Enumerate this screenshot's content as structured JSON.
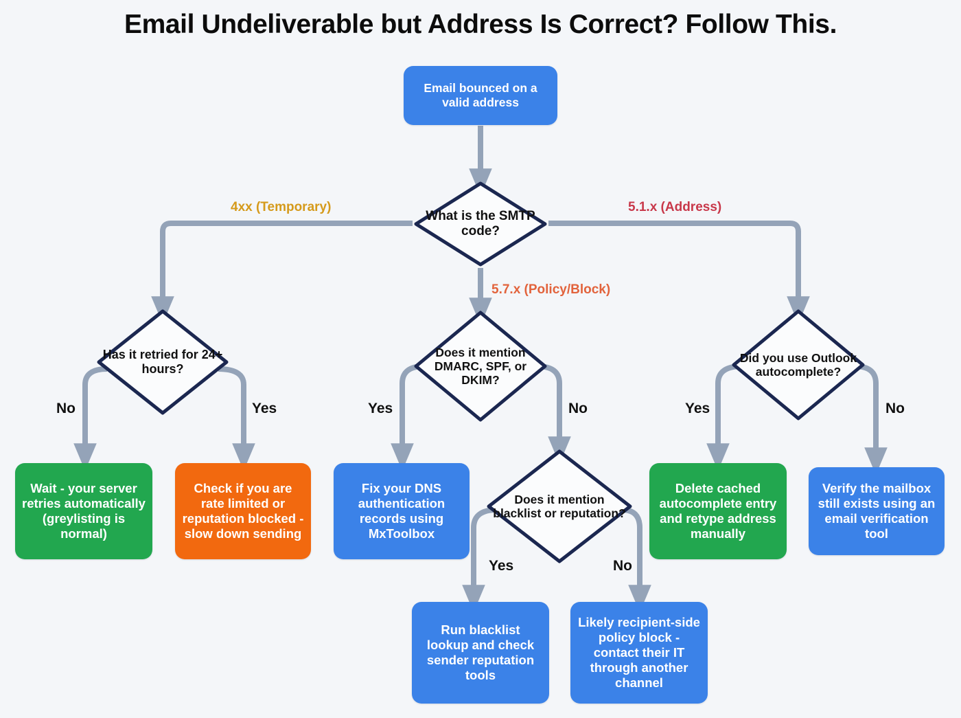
{
  "page": {
    "title": "Email Undeliverable but Address Is Correct? Follow This.",
    "background_color": "#f4f6f9",
    "connector_color": "#94a3b8",
    "diamond_border_color": "#1b2750"
  },
  "palette": {
    "blue": "#3b82e8",
    "green": "#22a74f",
    "orange": "#f2690f",
    "amber_label": "#d59a1b",
    "red_label": "#c8384a",
    "orange_label": "#e2633c"
  },
  "nodes": {
    "start": {
      "label": "Email bounced on a valid address",
      "color": "blue",
      "shape": "box"
    },
    "smtp_code": {
      "label": "What is the SMTP code?",
      "shape": "diamond"
    },
    "retried_24h": {
      "label": "Has it retried for 24+ hours?",
      "shape": "diamond"
    },
    "mentions_auth": {
      "label": "Does it mention DMARC, SPF, or DKIM?",
      "shape": "diamond"
    },
    "outlook_autocomplete": {
      "label": "Did you use Outlook autocomplete?",
      "shape": "diamond"
    },
    "blacklist_reputation": {
      "label": "Does it mention blacklist or reputation?",
      "shape": "diamond"
    },
    "wait_retries": {
      "label": "Wait - your server retries automatically (greylisting is normal)",
      "color": "green",
      "shape": "box"
    },
    "rate_limited": {
      "label": "Check if you are rate limited or reputation blocked - slow down sending",
      "color": "orange",
      "shape": "box"
    },
    "fix_dns": {
      "label": "Fix your DNS authentication records using MxToolbox",
      "color": "blue",
      "shape": "box"
    },
    "delete_cached": {
      "label": "Delete cached autocomplete entry and retype address manually",
      "color": "green",
      "shape": "box"
    },
    "verify_mailbox": {
      "label": "Verify the mailbox still exists using an email verification tool",
      "color": "blue",
      "shape": "box"
    },
    "run_blacklist": {
      "label": "Run blacklist lookup and check sender reputation tools",
      "color": "blue",
      "shape": "box"
    },
    "recipient_policy": {
      "label": "Likely recipient-side policy block - contact their IT through another channel",
      "color": "blue",
      "shape": "box"
    }
  },
  "edge_labels": {
    "temporary_4xx": "4xx (Temporary)",
    "address_51x": "5.1.x (Address)",
    "policy_57x": "5.7.x (Policy/Block)",
    "retried_no": "No",
    "retried_yes": "Yes",
    "auth_yes": "Yes",
    "auth_no": "No",
    "outlook_yes": "Yes",
    "outlook_no": "No",
    "blacklist_yes": "Yes",
    "blacklist_no": "No"
  }
}
